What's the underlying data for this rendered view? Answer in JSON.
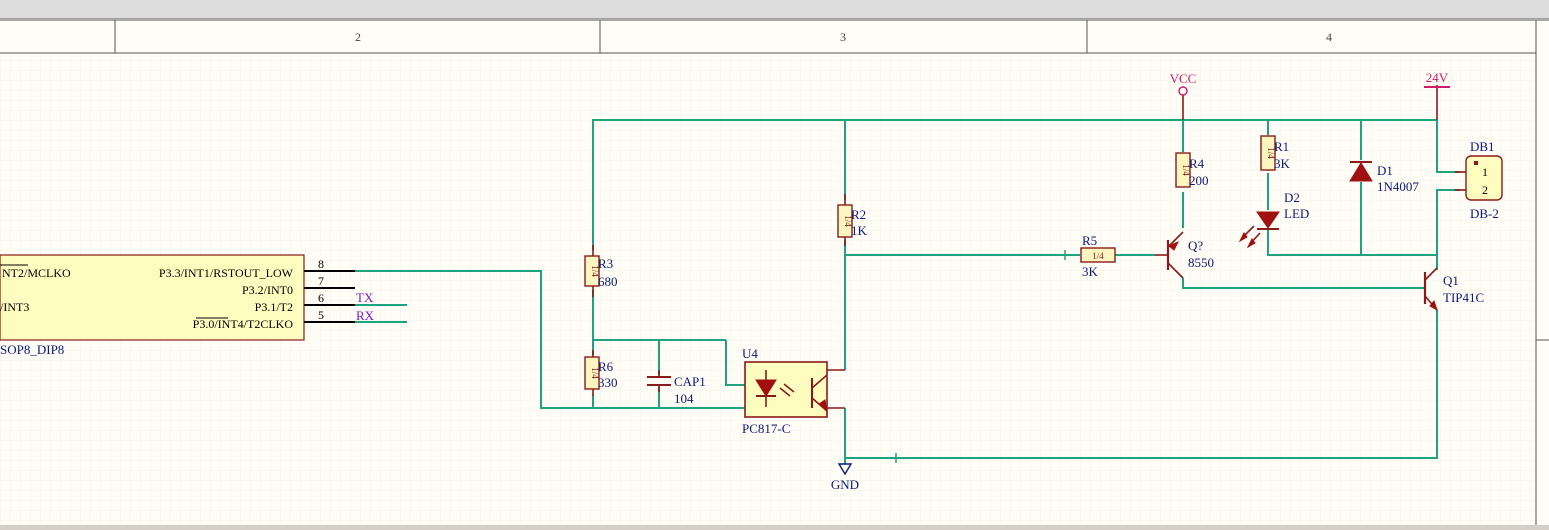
{
  "zones": [
    "2",
    "3",
    "4"
  ],
  "mcu": {
    "left_labels": [
      "NT2/MCLKO",
      "/INT3"
    ],
    "pins": [
      {
        "num": "8",
        "name": "P3.3/INT1/RSTOUT_LOW"
      },
      {
        "num": "7",
        "name": "P3.2/INT0"
      },
      {
        "num": "6",
        "name": "P3.1/T2"
      },
      {
        "num": "5",
        "name": "P3.0/INT4/T2CLKO"
      }
    ],
    "package": "SOP8_DIP8"
  },
  "nets": {
    "tx": "TX",
    "rx": "RX",
    "vcc": "VCC",
    "v24": "24V",
    "gnd": "GND"
  },
  "parts": {
    "r1": {
      "ref": "R1",
      "value": "3K",
      "body": "1/4"
    },
    "r2": {
      "ref": "R2",
      "value": "1K",
      "body": "1/4"
    },
    "r3": {
      "ref": "R3",
      "value": "680",
      "body": "1/4"
    },
    "r4": {
      "ref": "R4",
      "value": "200",
      "body": "1/4"
    },
    "r5": {
      "ref": "R5",
      "value": "3K",
      "body": "1/4"
    },
    "r6": {
      "ref": "R6",
      "value": "330",
      "body": "1/4"
    },
    "cap1": {
      "ref": "CAP1",
      "value": "104"
    },
    "u4": {
      "ref": "U4",
      "value": "PC817-C"
    },
    "q_unk": {
      "ref": "Q?",
      "value": "8550"
    },
    "q1": {
      "ref": "Q1",
      "value": "TIP41C"
    },
    "d1": {
      "ref": "D1",
      "value": "1N4007"
    },
    "d2": {
      "ref": "D2",
      "value": "LED"
    },
    "db1": {
      "ref": "DB1",
      "value": "DB-2",
      "pin1": "1",
      "pin2": "2"
    }
  },
  "colors": {
    "wire": "#1fa37f",
    "component": "#8b1a1a",
    "label": "#0a1a7a",
    "net_label": "#7a1ad4",
    "power_label": "#d01a6a",
    "sheet": "#fffdf5"
  }
}
